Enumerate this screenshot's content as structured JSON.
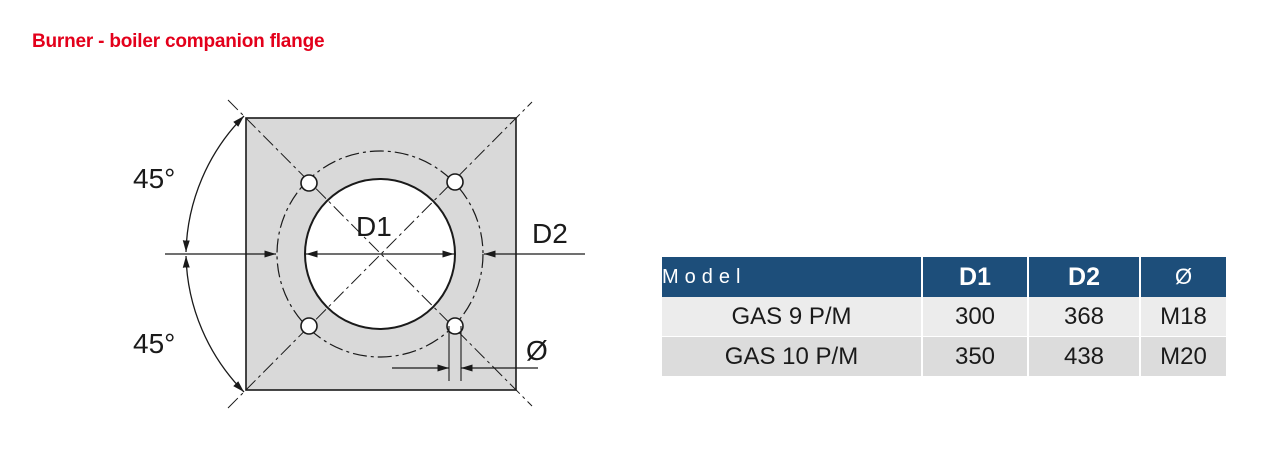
{
  "title": "Burner - boiler companion flange",
  "diagram": {
    "angle_top": "45°",
    "angle_bottom": "45°",
    "label_d1": "D1",
    "label_d2": "D2",
    "label_hole": "Ø",
    "colors": {
      "plate": "#d9d9d9",
      "line": "#1a1a1a"
    }
  },
  "table": {
    "headers": [
      "Model",
      "D1",
      "D2",
      "Ø"
    ],
    "rows": [
      [
        "GAS 9 P/M",
        "300",
        "368",
        "M18"
      ],
      [
        "GAS 10 P/M",
        "350",
        "438",
        "M20"
      ]
    ],
    "colors": {
      "header_bg": "#1d4e7a",
      "row_odd": "#ececec",
      "row_even": "#dcdcdc"
    }
  },
  "colors": {
    "title": "#e3001b"
  }
}
